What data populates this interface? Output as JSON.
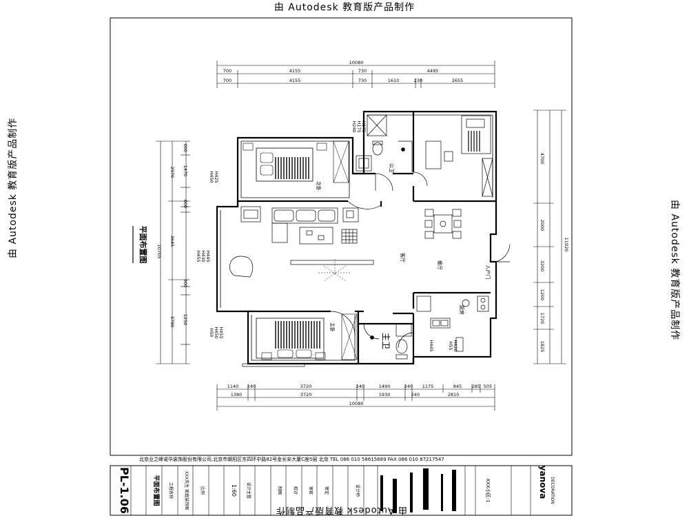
{
  "watermark": {
    "top": "由 Autodesk 教育版产品制作",
    "left": "由 Autodesk 教育版产品制作",
    "right": "由 Autodesk 教育版产品制作",
    "bottom": "由 Autodesk 教育版产品制作"
  },
  "drawing": {
    "title_vertical": "平面布置图",
    "dims_top_row1": [
      "700",
      "4155",
      "730",
      "4495"
    ],
    "dims_top_row2": [
      "700",
      "4155",
      "730",
      "1610",
      "230",
      "2655"
    ],
    "dims_top_total": "10080",
    "dims_bottom_row1": [
      "1140",
      "240",
      "3720",
      "240",
      "1490",
      "240",
      "1175",
      "845",
      "285",
      "505"
    ],
    "dims_bottom_row2": [
      "1380",
      "3720",
      "1930",
      "240",
      "2810"
    ],
    "dims_bottom_total": "10080",
    "dims_left": [
      "600",
      "1470",
      "2970",
      "600",
      "3645",
      "300",
      "1250",
      "3780"
    ],
    "dims_left_total": "10705",
    "dims_right": [
      "4700",
      "2000",
      "3200",
      "1200",
      "1720",
      "1825"
    ],
    "dims_right_total": "11920",
    "rooms": {
      "bedroom_top": "次卧",
      "bath_top": "公卫",
      "living": "客厅",
      "dining": "餐厅",
      "entry": "入户门",
      "kitchen": "厨房",
      "bedroom_main": "主卧",
      "bath_main": "主卫"
    },
    "heights": [
      "H240",
      "H175",
      "H175",
      "H450",
      "H425",
      "H455",
      "H430",
      "H445",
      "H50",
      "H450",
      "H455",
      "H55",
      "H420",
      "H445"
    ]
  },
  "title_block": {
    "company_line": "北京业之峰诺华装饰股份有限公司,北京市朝阳区东四环中路82号金长安大厦C座5层    北京    TEL 086 010 58615689    FAX 086 010 87217547",
    "drawing_no": "PL-1.06",
    "drawing_name": "平面布置图",
    "project_label": "工程名称",
    "project_value": "XXX先生 家庭装饰图",
    "scale_label": "比例",
    "scale_value": "1:60",
    "cols": [
      "设计主管",
      "制图",
      "校对",
      "审核",
      "审定",
      "设计师"
    ],
    "sheet": "XXX小区-1",
    "logo": "yanova",
    "logo_sub": "DECORATION"
  }
}
